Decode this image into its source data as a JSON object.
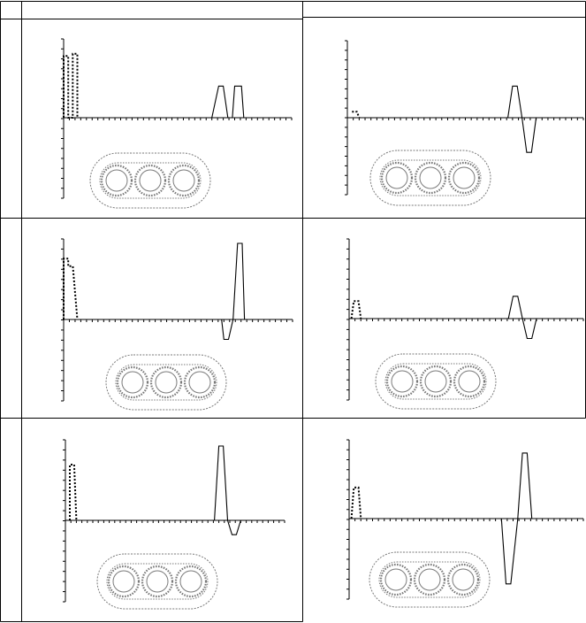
{
  "headers": {
    "corner": "",
    "left": "",
    "right": ""
  },
  "row_labels": [
    "",
    "",
    ""
  ],
  "colors": {
    "grid": "#000000",
    "series": "#000000",
    "cross_section": "#7a7a7a"
  },
  "panels": [
    {
      "id": "r1-left",
      "dashed": [
        [
          0,
          0
        ],
        [
          0,
          0.82
        ],
        [
          0.02,
          0.82
        ],
        [
          0.02,
          0
        ],
        [
          0.04,
          0
        ],
        [
          0.04,
          0.85
        ],
        [
          0.06,
          0.85
        ],
        [
          0.06,
          0
        ]
      ],
      "solid": [
        [
          0.65,
          0
        ],
        [
          0.68,
          0.42
        ],
        [
          0.7,
          0.42
        ],
        [
          0.72,
          0
        ],
        [
          0.74,
          0
        ],
        [
          0.75,
          0.42
        ],
        [
          0.78,
          0.42
        ],
        [
          0.79,
          0
        ]
      ]
    },
    {
      "id": "r1-right",
      "dashed": [
        [
          0.02,
          0.08
        ],
        [
          0.04,
          0.08
        ],
        [
          0.05,
          0
        ]
      ],
      "solid": [
        [
          0.68,
          0
        ],
        [
          0.7,
          0.42
        ],
        [
          0.72,
          0.42
        ],
        [
          0.74,
          0
        ],
        [
          0.76,
          -0.45
        ],
        [
          0.78,
          -0.45
        ],
        [
          0.8,
          0
        ]
      ]
    },
    {
      "id": "r2-left",
      "dashed": [
        [
          0,
          0
        ],
        [
          0,
          0.8
        ],
        [
          0.02,
          0.8
        ],
        [
          0.02,
          0.7
        ],
        [
          0.04,
          0.7
        ],
        [
          0.06,
          0
        ]
      ],
      "solid": [
        [
          0.69,
          0
        ],
        [
          0.7,
          -0.25
        ],
        [
          0.72,
          -0.25
        ],
        [
          0.74,
          0
        ],
        [
          0.76,
          1.0
        ],
        [
          0.78,
          1.0
        ],
        [
          0.79,
          0
        ]
      ]
    },
    {
      "id": "r2-right",
      "dashed": [
        [
          0.01,
          0
        ],
        [
          0.02,
          0.22
        ],
        [
          0.04,
          0.22
        ],
        [
          0.05,
          0
        ]
      ],
      "solid": [
        [
          0.68,
          0
        ],
        [
          0.7,
          0.28
        ],
        [
          0.72,
          0.28
        ],
        [
          0.74,
          0
        ],
        [
          0.76,
          -0.25
        ],
        [
          0.78,
          -0.25
        ],
        [
          0.8,
          0
        ]
      ]
    },
    {
      "id": "r3-left",
      "dashed": [
        [
          0.02,
          0
        ],
        [
          0.02,
          0.75
        ],
        [
          0.04,
          0.75
        ],
        [
          0.05,
          0
        ]
      ],
      "solid": [
        [
          0.68,
          0
        ],
        [
          0.7,
          1.0
        ],
        [
          0.72,
          1.0
        ],
        [
          0.74,
          0
        ],
        [
          0.76,
          -0.18
        ],
        [
          0.78,
          -0.18
        ],
        [
          0.8,
          0
        ]
      ]
    },
    {
      "id": "r3-right",
      "dashed": [
        [
          0.01,
          0
        ],
        [
          0.02,
          0.45
        ],
        [
          0.04,
          0.45
        ],
        [
          0.05,
          0
        ]
      ],
      "solid": [
        [
          0.65,
          0
        ],
        [
          0.67,
          -0.82
        ],
        [
          0.69,
          -0.82
        ],
        [
          0.72,
          0
        ],
        [
          0.74,
          0.95
        ],
        [
          0.76,
          0.95
        ],
        [
          0.78,
          0
        ]
      ]
    }
  ]
}
